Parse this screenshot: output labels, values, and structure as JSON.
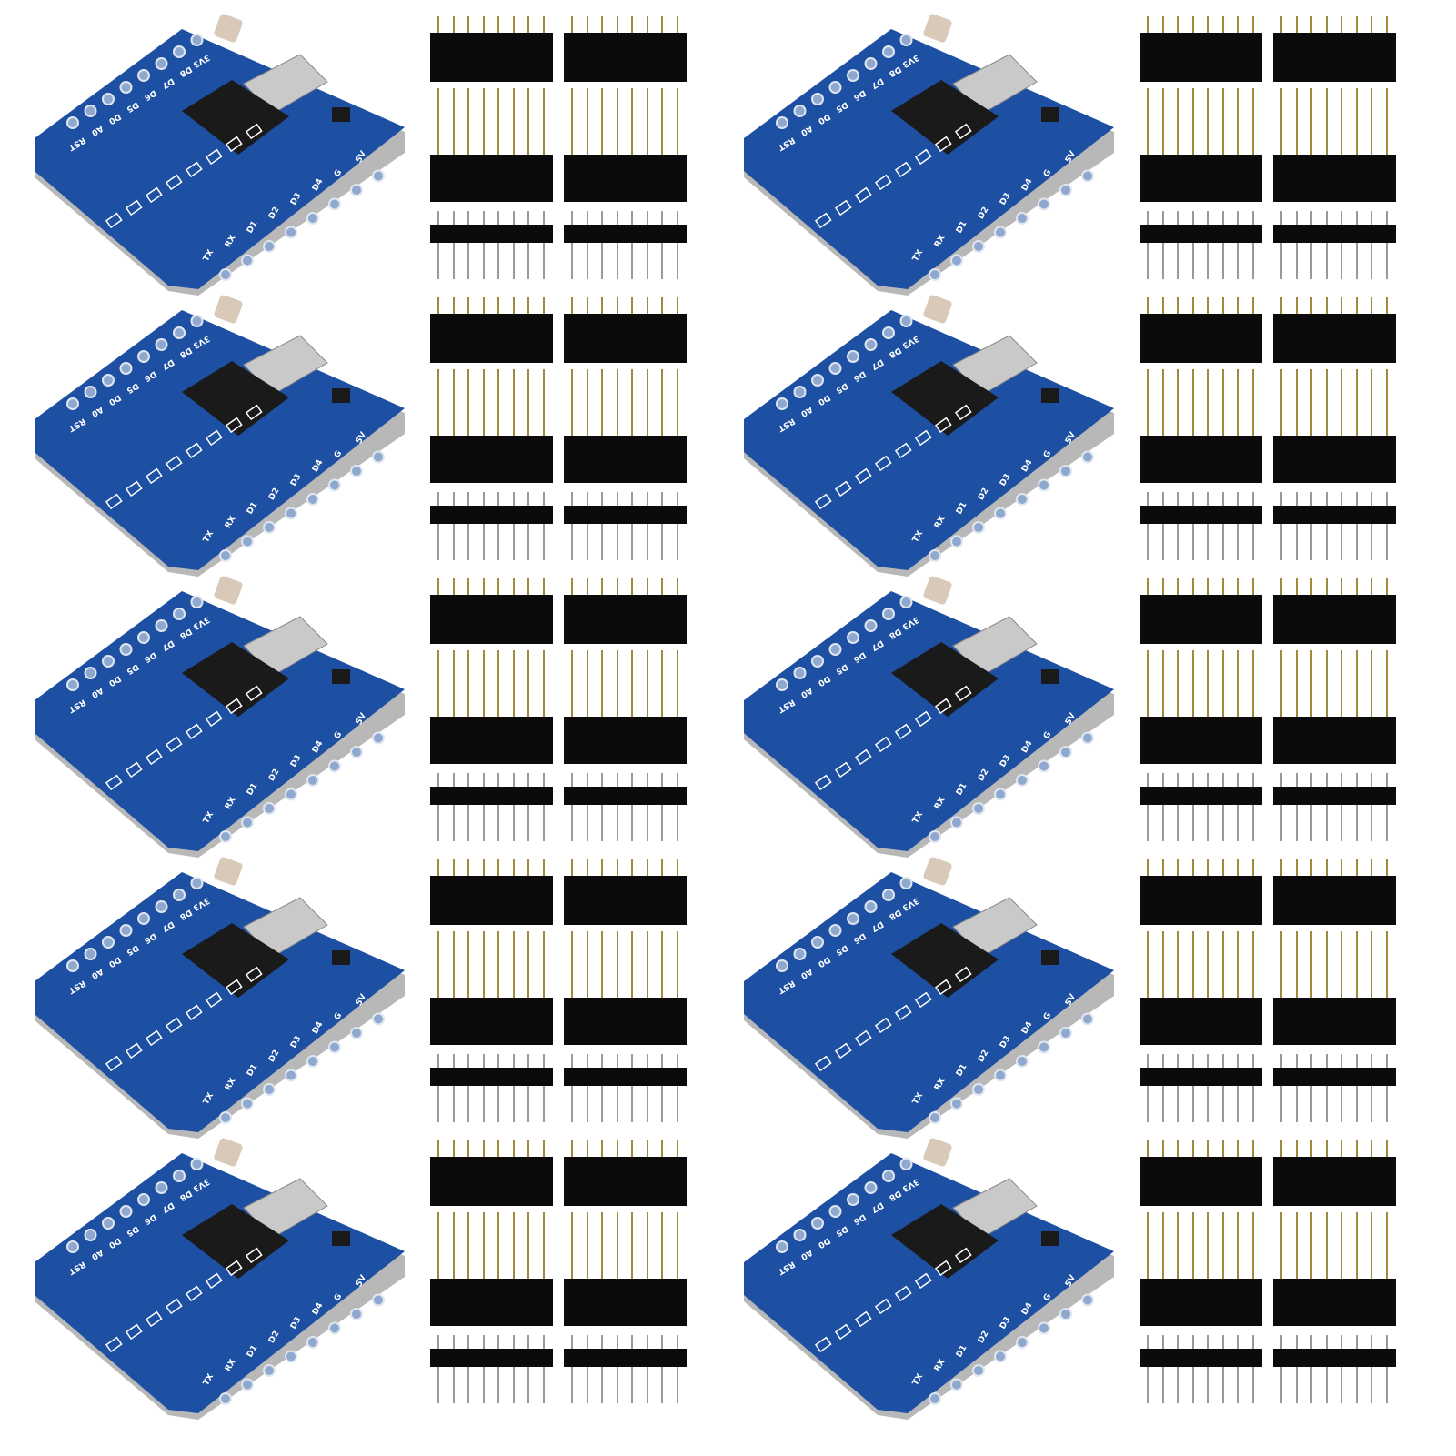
{
  "product": {
    "board_count": 10,
    "colors": {
      "pcb": "#1d4fa3",
      "pcb_edge": "#0f3377",
      "silk": "#ffffff",
      "header": "#0b0b0b",
      "pin_gold": "#a08a3c",
      "pin_silver": "#9a9a9a",
      "chip": "#1a1a1a",
      "usb": "#c9c9c9"
    },
    "silkscreen": {
      "left_row": [
        "RST",
        "A0",
        "D0",
        "D5",
        "D6",
        "D7",
        "D8",
        "3V3"
      ],
      "right_row": [
        "TX",
        "RX",
        "D1",
        "D2",
        "D3",
        "D4",
        "G",
        "5V"
      ]
    },
    "header_sets_per_board": 2,
    "header_types": [
      "female-short",
      "female-long",
      "male"
    ]
  }
}
